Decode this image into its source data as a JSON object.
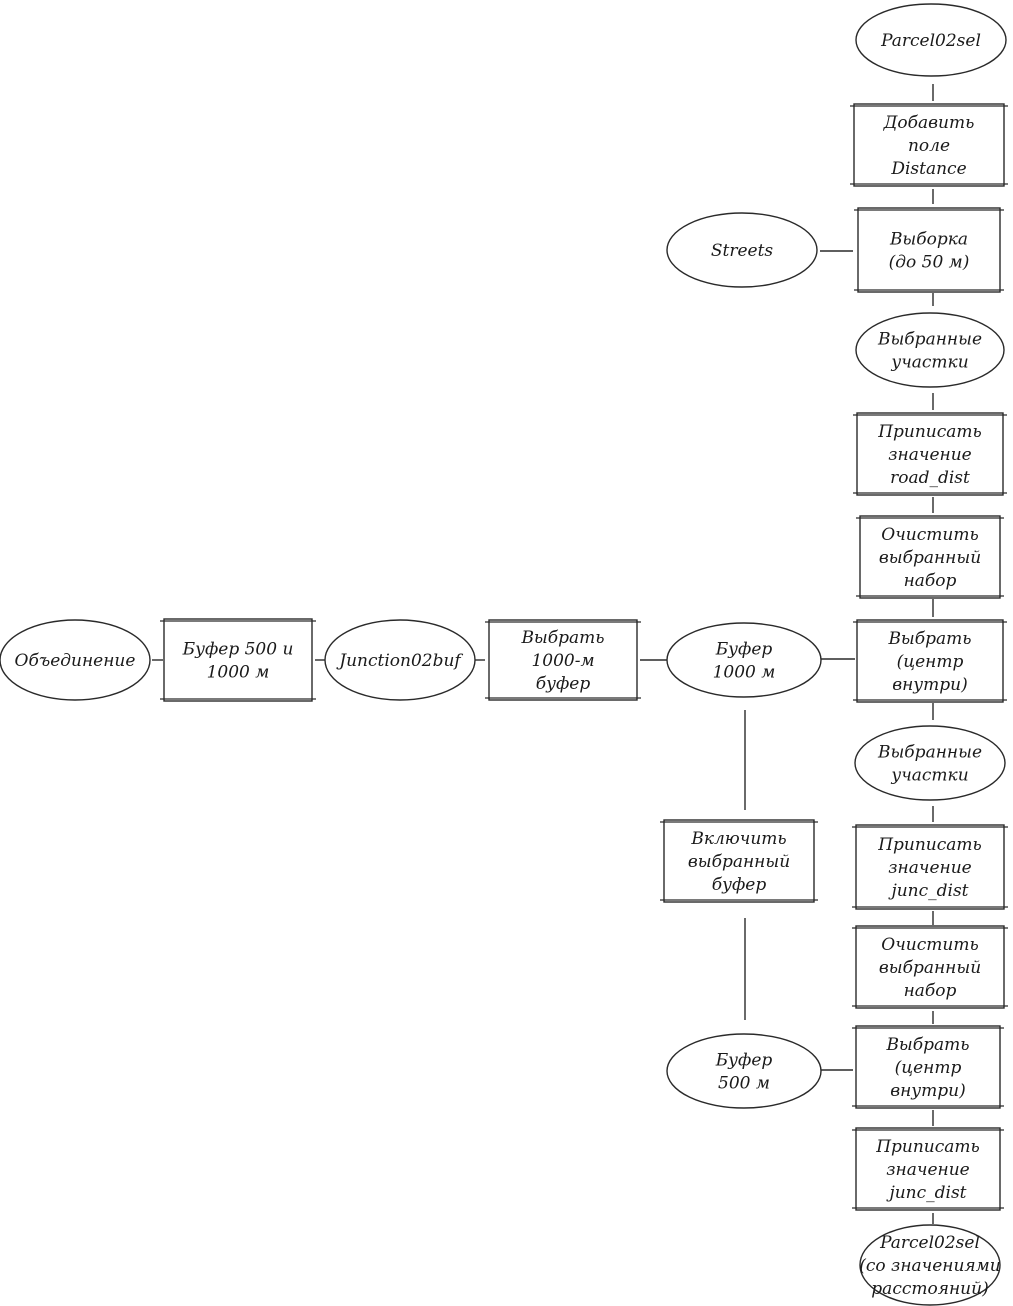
{
  "nodes": {
    "parcel02sel_top": [
      "Parcel02sel"
    ],
    "add_field": [
      "Добавить",
      "поле",
      "Distance"
    ],
    "streets": [
      "Streets"
    ],
    "select_50": [
      "Выборка",
      "(до 50 м)"
    ],
    "selected_parcels_1": [
      "Выбранные",
      "участки"
    ],
    "assign_road_dist": [
      "Приписать",
      "значение",
      "road_dist"
    ],
    "clear_selection_1": [
      "Очистить",
      "выбранный",
      "набор"
    ],
    "select_center_1": [
      "Выбрать",
      "(центр",
      "внутри)"
    ],
    "selected_parcels_2": [
      "Выбранные",
      "участки"
    ],
    "assign_junc_dist_1": [
      "Приписать",
      "значение",
      "junc_dist"
    ],
    "clear_selection_2": [
      "Очистить",
      "выбранный",
      "набор"
    ],
    "select_center_2": [
      "Выбрать",
      "(центр",
      "внутри)"
    ],
    "assign_junc_dist_2": [
      "Приписать",
      "значение",
      "junc_dist"
    ],
    "parcel02sel_bottom": [
      "Parcel02sel",
      "(со значениями",
      "расстояний)"
    ],
    "union": [
      "Объединение"
    ],
    "buffer_500_1000": [
      "Буфер 500 и",
      "1000 м"
    ],
    "junction02buf": [
      "Junction02buf"
    ],
    "select_1000_buffer": [
      "Выбрать",
      "1000-м",
      "буфер"
    ],
    "buffer_1000": [
      "Буфер",
      "1000 м"
    ],
    "enable_selected_buffer": [
      "Включить",
      "выбранный",
      "буфер"
    ],
    "buffer_500": [
      "Буфер",
      "500 м"
    ]
  }
}
